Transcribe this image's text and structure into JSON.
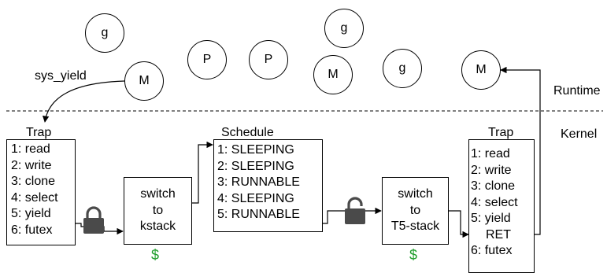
{
  "runtime": {
    "label": "Runtime",
    "nodes": [
      {
        "id": "g1",
        "text": "g"
      },
      {
        "id": "m1",
        "text": "M"
      },
      {
        "id": "p1",
        "text": "P"
      },
      {
        "id": "p2",
        "text": "P"
      },
      {
        "id": "g2",
        "text": "g"
      },
      {
        "id": "m2",
        "text": "M"
      },
      {
        "id": "g3",
        "text": "g"
      },
      {
        "id": "m3",
        "text": "M"
      }
    ],
    "sys_yield_label": "sys_yield"
  },
  "kernel": {
    "label": "Kernel",
    "trap_left": {
      "title": "Trap",
      "items": [
        "1: read",
        "2: write",
        "3: clone",
        "4: select",
        "5: yield",
        "6: futex"
      ]
    },
    "switch_kstack": {
      "lines": [
        "switch",
        "to",
        "kstack"
      ]
    },
    "schedule": {
      "title": "Schedule",
      "items": [
        "1: SLEEPING",
        "2: SLEEPING",
        "3: RUNNABLE",
        "4: SLEEPING",
        "5: RUNNABLE"
      ]
    },
    "switch_t5": {
      "lines": [
        "switch",
        "to",
        "T5-stack"
      ]
    },
    "trap_right": {
      "title": "Trap",
      "items": [
        "1: read",
        "2: write",
        "3: clone",
        "4: select",
        "5: yield",
        "RET",
        "6: futex"
      ]
    },
    "cost_symbol": "$",
    "colors": {
      "cost": "#1f9e2c",
      "lock": "#4a4a4a"
    }
  }
}
